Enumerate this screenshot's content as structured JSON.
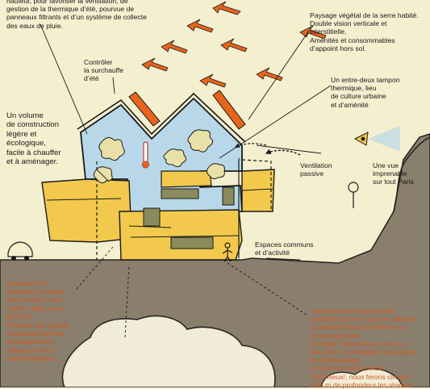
{
  "labels": {
    "top_left": "hauteur, pour favoriser la ventilation, de gestion de la thermique d’été, pourvue de panneaux filtrants et d’un système de collecte des eaux de pluie.",
    "controler": "Contrôler\nla surchauffe\nd’été",
    "volume": "Un volume\nde construction\nlégère et\nécologique,\nfacile à chauffer\net à aménager.",
    "paysage": "Paysage végétal de la serre habité.\nDouble vision verticale et\ninterstitielle.\nAménités et consommables\nd’appoint hors sol.",
    "entre_deux": "Un entre-deux tampon\nthermique, lieu\nde culture urbaine\net d’aménité",
    "ventilation": "Ventilation\npassive",
    "vue": "Une vue\nimprenable\nsur tout Paris",
    "espaces": "Espaces communs\net d’activité",
    "klh": "Système KLH\npanneaux ossature\nbois montés à sec –\nrapide, léger, sans\ngrue fixe.",
    "souplesse": "Permets une grande\nsouplesse dans les\naménagements\nintérieurs et les\ntransformations.",
    "quote": "«Je pense qu’on peut rester\ncompétitif sur les coûts en utilisant\nun produit industriel réservé au\nmonde agricole».\nOn règle l’étanchéité à l’air et à\nl’eau tout en produisant un espace\nde préchauffage.\n«Il faut des micro-pieux?\nTant mieux!, nous ferons circuler\nà 35 m de profondeur les réseaux"
  },
  "colors": {
    "background": "#f4efcf",
    "ground": "#8a7e6d",
    "glass": "#b8d8ea",
    "volume": "#f2c94c",
    "arrow": "#e8641c",
    "text": "#1a1a1a",
    "accent_text": "#d65a22"
  },
  "icons": [
    "sun-ray-arrows",
    "wind-arrow",
    "eye-icon",
    "tree-icon",
    "car-icon",
    "person-icon",
    "thermometer-icon"
  ]
}
